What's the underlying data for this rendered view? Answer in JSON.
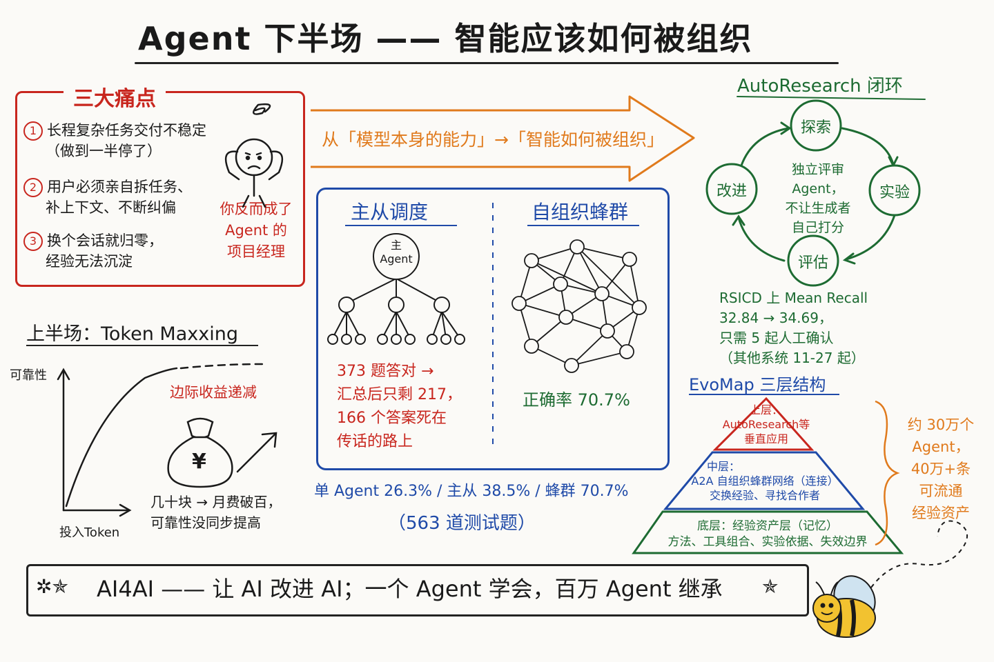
{
  "title": "Agent 下半场 —— 智能应该如何被组织",
  "pain_points": {
    "title": "三大痛点",
    "items": [
      {
        "num": "1",
        "line1": "长程复杂任务交付不稳定",
        "line2": "（做到一半停了）"
      },
      {
        "num": "2",
        "line1": "用户必须亲自拆任务、",
        "line2": "补上下文、不断纠偏"
      },
      {
        "num": "3",
        "line1": "换个会话就归零，",
        "line2": "经验无法沉淀"
      }
    ],
    "note": [
      "你反而成了",
      "Agent 的",
      "项目经理"
    ]
  },
  "shift": "从「模型本身的能力」→「智能如何被组织」",
  "org": {
    "master_title": "主从调度",
    "master_node": [
      "主",
      "Agent"
    ],
    "swarm_title": "自组织蜂群",
    "master_note": [
      "373 题答对 →",
      "汇总后只剩 217，",
      "166 个答案死在",
      "传话的路上"
    ],
    "swarm_accuracy": "正确率 70.7%",
    "stats": "单 Agent 26.3% / 主从 38.5% / 蜂群 70.7%",
    "stats_sub": "（563 道测试题）"
  },
  "autoresearch": {
    "title": "AutoResearch 闭环",
    "nodes": {
      "explore": "探索",
      "experiment": "实验",
      "evaluate": "评估",
      "improve": "改进"
    },
    "center": [
      "独立评审",
      "Agent，",
      "不让生成者",
      "自己打分"
    ],
    "result": [
      "RSICD 上 Mean Recall",
      "32.84 → 34.69，",
      "只需 5 起人工确认",
      "（其他系统 11-27 起）"
    ]
  },
  "evomap": {
    "title": "EvoMap 三层结构",
    "top": [
      "上层：",
      "AutoResearch等",
      "垂直应用"
    ],
    "middle": [
      "中层：",
      "A2A 自组织蜂群网络（连接）",
      "交换经验、寻找合作者"
    ],
    "bottom": [
      "底层：经验资产层（记忆）",
      "方法、工具组合、实验依据、失效边界"
    ],
    "note": [
      "约 30万个",
      "Agent，",
      "40万+条",
      "可流通",
      "经验资产"
    ]
  },
  "first_half": {
    "title": "上半场：Token Maxxing",
    "ylabel": "可靠性",
    "xlabel": "投入Token",
    "diminishing": "边际收益递减",
    "yen": "¥",
    "cost": [
      "几十块 → 月费破百，",
      "可靠性没同步提高"
    ]
  },
  "banner": {
    "text": "AI4AI —— 让 AI 改进 AI；一个 Agent 学会，百万 Agent 继承",
    "star": "✲✯"
  },
  "colors": {
    "red": "#c8261e",
    "blue": "#1f4aa8",
    "green": "#1d6b32",
    "orange": "#e07a1c",
    "ink": "#1a1a1a"
  },
  "icons": [
    "stressed-person-icon",
    "money-bag-icon",
    "bee-icon",
    "hierarchy-tree-icon",
    "swarm-network-icon"
  ]
}
